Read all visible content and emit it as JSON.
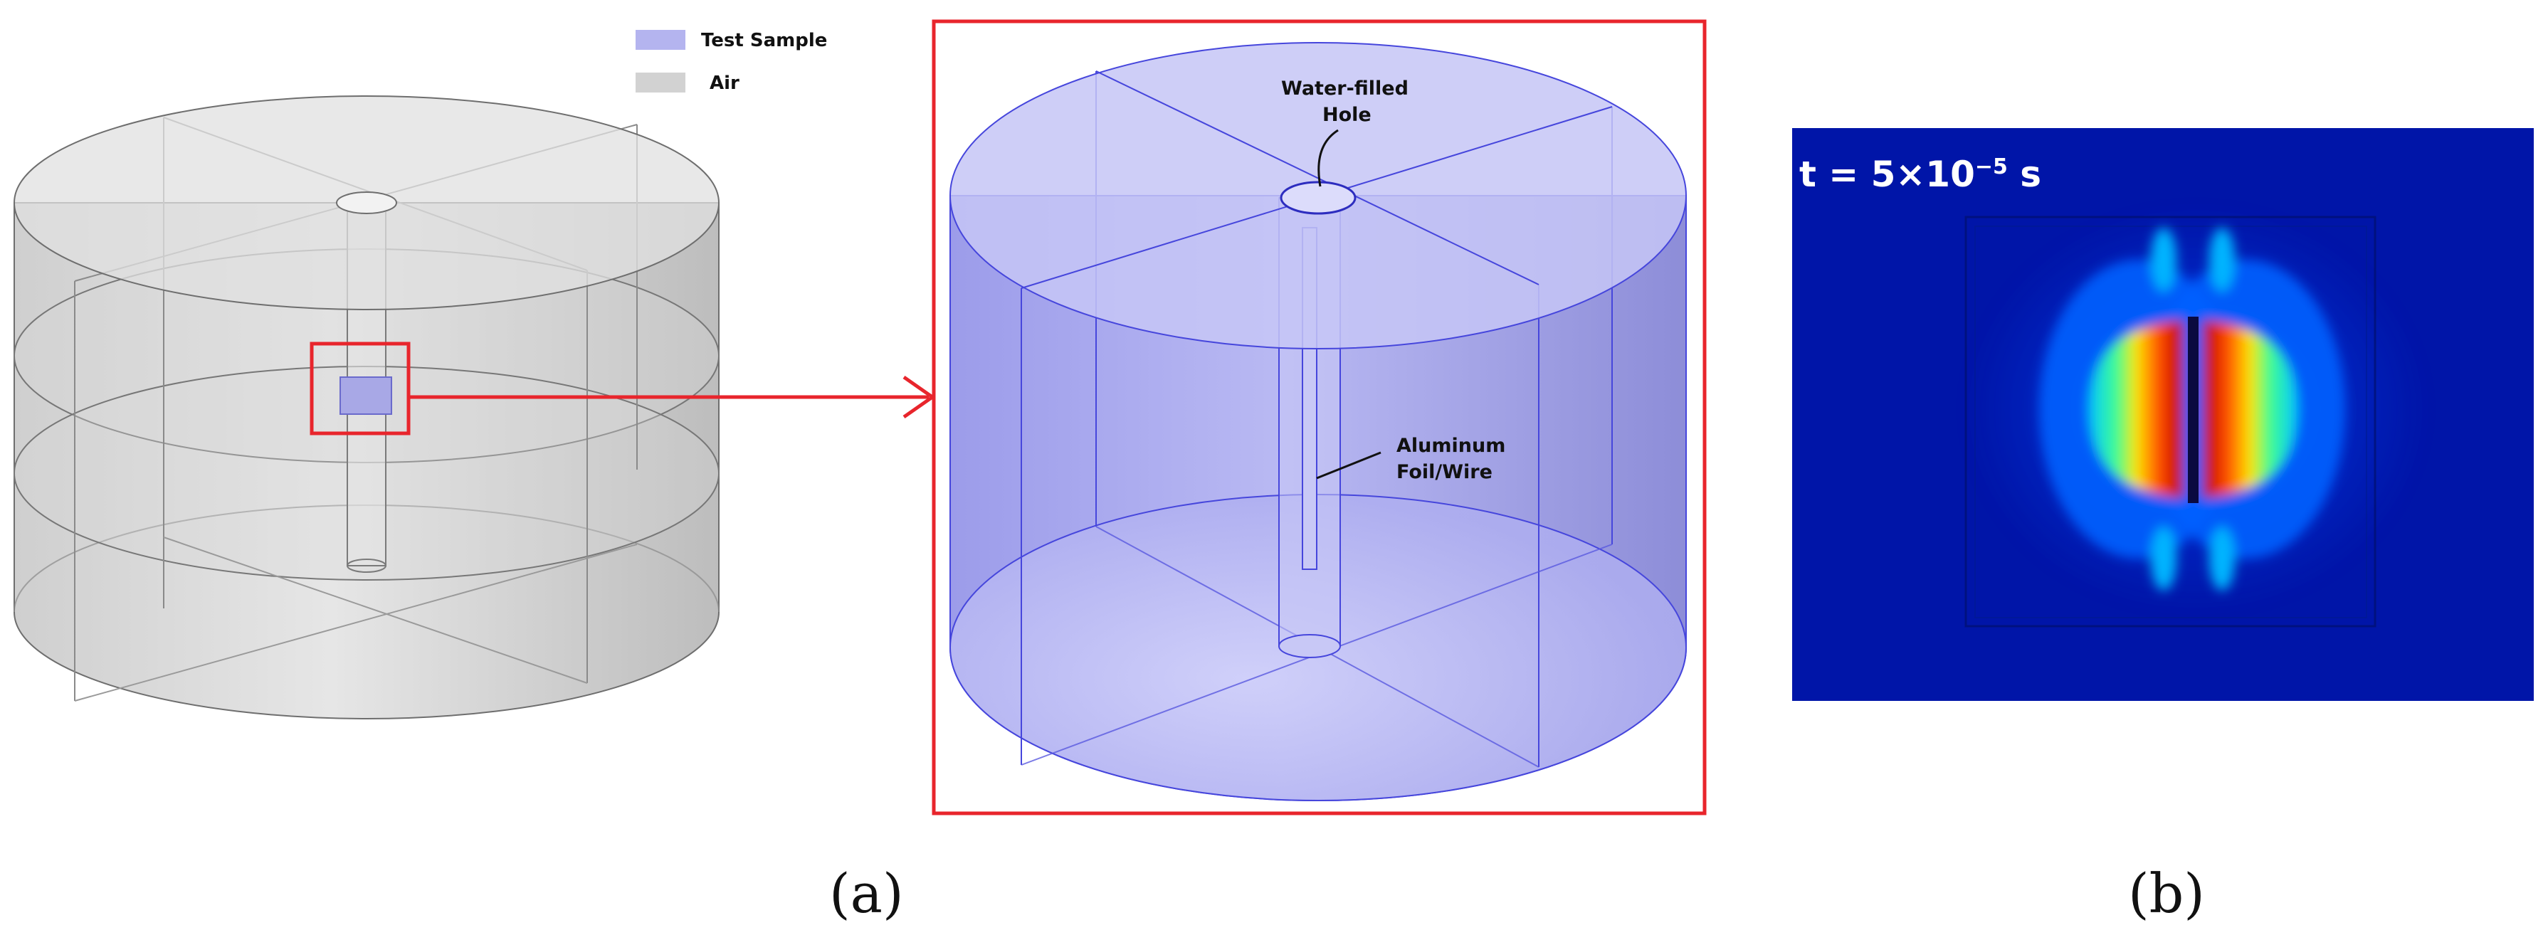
{
  "legend": {
    "items": [
      {
        "label": "Test Sample",
        "color": "#b4b4ef"
      },
      {
        "label": "Air",
        "color": "#d2d2d2"
      }
    ]
  },
  "zoom_view": {
    "callouts": {
      "hole_line1": "Water-filled",
      "hole_line2": "Hole",
      "wire_line1": "Aluminum",
      "wire_line2": "Foil/Wire"
    },
    "frame_color": "#e8252c",
    "sample_color": "#b4b4ef",
    "edge_color": "#4646dc"
  },
  "field_plot": {
    "time": {
      "prefix": "t = 5×10",
      "exponent": "−5",
      "unit": " s"
    },
    "background_color": "#0015a8",
    "colormap": [
      "#00008f",
      "#0040ff",
      "#00e0ff",
      "#80ff60",
      "#ffee00",
      "#ff5000",
      "#c00000"
    ]
  },
  "captions": {
    "a": "(a)",
    "b": "(b)"
  },
  "grey_model": {
    "color": "#d2d2d2",
    "highlight_color": "#e8252c"
  }
}
